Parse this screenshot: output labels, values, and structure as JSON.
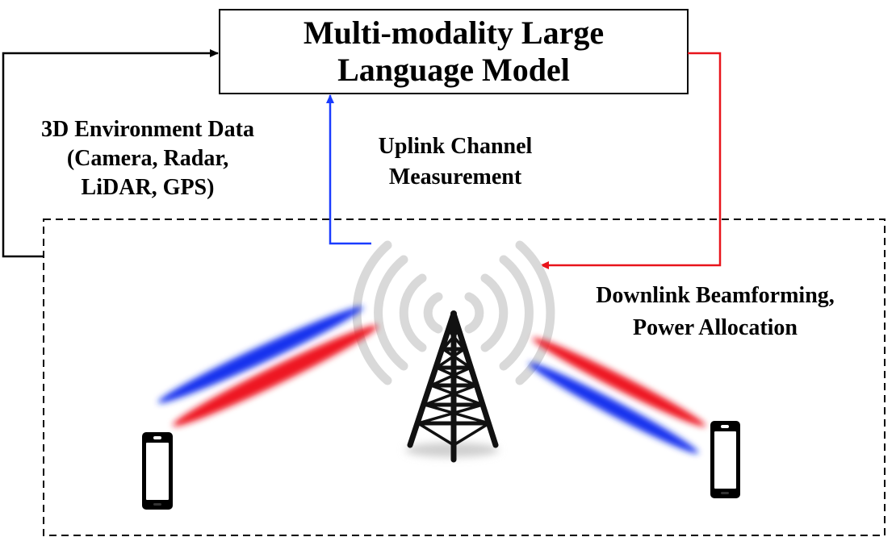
{
  "llm_box": {
    "line1": "Multi-modality Large",
    "line2": "Language Model"
  },
  "environment_input": {
    "line1": "3D Environment Data",
    "line2": "(Camera, Radar,",
    "line3": "LiDAR, GPS)"
  },
  "uplink": {
    "line1": "Uplink Channel",
    "line2": "Measurement"
  },
  "downlink": {
    "line1": "Downlink Beamforming,",
    "line2": "Power Allocation"
  },
  "colors": {
    "uplink_arrow": "#1a3cff",
    "downlink_arrow": "#e8141b",
    "beam_blue": "#1530ee",
    "beam_red": "#ee1620",
    "signal_waves": "#d9d9d9"
  }
}
